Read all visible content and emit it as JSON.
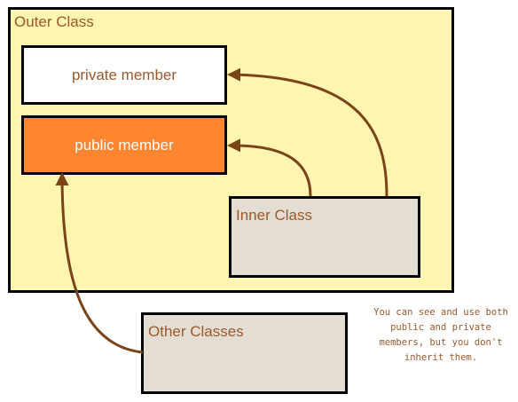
{
  "outer_class": {
    "label": "Outer Class"
  },
  "private_member": {
    "label": "private member"
  },
  "public_member": {
    "label": "public member"
  },
  "inner_class": {
    "label": "Inner Class"
  },
  "other_classes": {
    "label": "Other Classes"
  },
  "note": {
    "text": "You can see and use both public and private members, but you don't inherit them."
  },
  "colors": {
    "outer_fill": "#FEF5B0",
    "public_fill": "#FF8530",
    "class_fill": "#E4DDD3",
    "text": "#9A5A2C",
    "arrow": "#7A4318"
  }
}
